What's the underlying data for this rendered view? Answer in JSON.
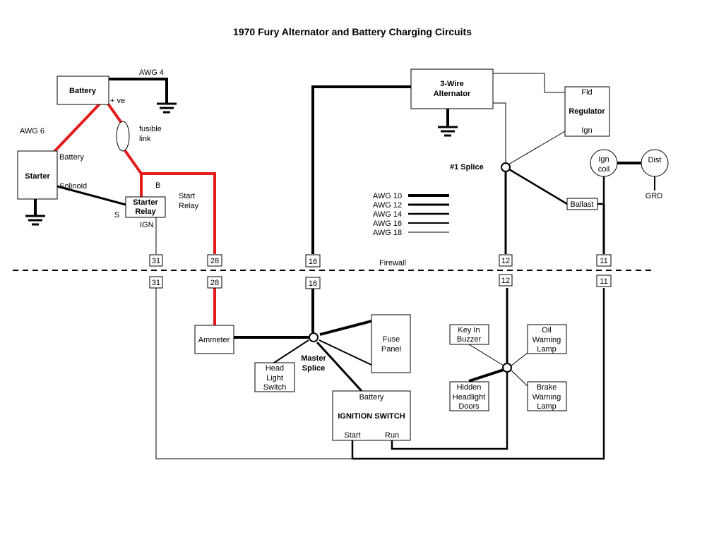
{
  "title": "1970 Fury Alternator and Battery Charging Circuits",
  "colors": {
    "wire": "#000000",
    "red_wire": "#e31b1b",
    "background": "#ffffff"
  },
  "components": {
    "battery": {
      "label": "Battery",
      "terminal": "+ ve"
    },
    "battery_ground_wire": "AWG 4",
    "starter_wire": "AWG 6",
    "fusible_link": [
      "fusible",
      "link"
    ],
    "starter": {
      "label": "Starter",
      "battery_terminal": "Battery",
      "solenoid_terminal": "Solinoid"
    },
    "starter_relay": {
      "label": [
        "Starter",
        "Relay"
      ],
      "b_terminal": "B",
      "s_terminal": "S",
      "ign_terminal": "IGN",
      "start_relay_label": [
        "Start",
        "Relay"
      ]
    },
    "alternator": {
      "label": [
        "3-Wire",
        "Alternator"
      ]
    },
    "regulator": {
      "label": "Regulator",
      "fld": "Fld",
      "ign": "Ign"
    },
    "splice1": "#1 Splice",
    "ballast": "Ballast",
    "ign_coil": [
      "Ign",
      "coil"
    ],
    "dist": "Dist",
    "grd": "GRD",
    "firewall": "Firewall",
    "ammeter": "Ammeter",
    "master_splice": [
      "Master",
      "Splice"
    ],
    "head_light_switch": [
      "Head",
      "Light",
      "Switch"
    ],
    "fuse_panel": [
      "Fuse",
      "Panel"
    ],
    "ignition_switch": {
      "label": "IGNITION SWITCH",
      "battery": "Battery",
      "start": "Start",
      "run": "Run"
    },
    "key_in_buzzer": [
      "Key In",
      "Buzzer"
    ],
    "oil_warning_lamp": [
      "Oil",
      "Warning",
      "Lamp"
    ],
    "hidden_headlight_doors": [
      "Hidden",
      "Headlight",
      "Doors"
    ],
    "brake_warning_lamp": [
      "Brake",
      "Warning",
      "Lamp"
    ]
  },
  "connectors": {
    "upper": [
      "31",
      "28",
      "16",
      "12",
      "11"
    ],
    "lower": [
      "31",
      "28",
      "16",
      "12",
      "11"
    ]
  },
  "legend": [
    "AWG 10",
    "AWG 12",
    "AWG 14",
    "AWG 16",
    "AWG 18"
  ]
}
